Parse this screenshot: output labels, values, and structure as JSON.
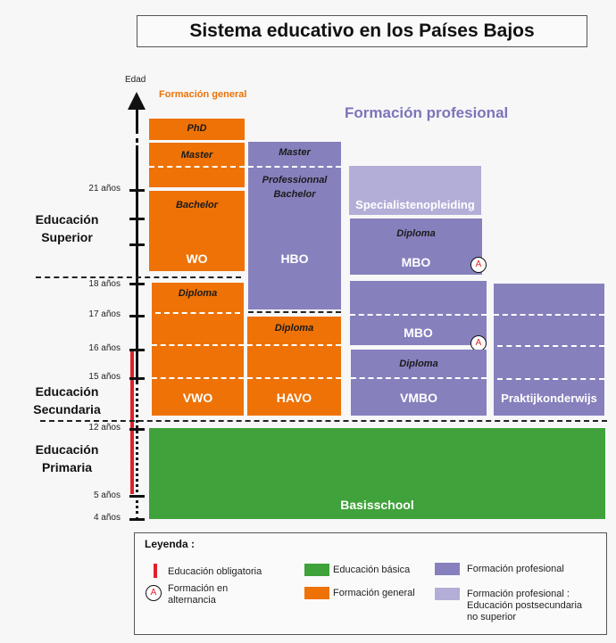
{
  "title": "Sistema educativo en los Países Bajos",
  "axis": {
    "label": "Edad",
    "ages": [
      "21 años",
      "18 años",
      "17 años",
      "16 años",
      "15 años",
      "12 años",
      "5 años",
      "4 años"
    ]
  },
  "levels": {
    "superior": [
      "Educación",
      "Superior"
    ],
    "secundaria": [
      "Educación",
      "Secundaria"
    ],
    "primaria": [
      "Educación",
      "Primaria"
    ]
  },
  "headers": {
    "general": "Formación general",
    "profesional": "Formación profesional"
  },
  "blocks": {
    "phd": "PhD",
    "wo_master": "Master",
    "wo_bachelor": "Bachelor",
    "wo": "WO",
    "hbo_master": "Master",
    "hbo_bachelor_1": "Professionnal",
    "hbo_bachelor_2": "Bachelor",
    "hbo": "HBO",
    "specialist": "Specialistenopleiding",
    "mbo_top_diploma": "Diploma",
    "mbo_top": "MBO",
    "vwo_diploma": "Diploma",
    "vwo": "VWO",
    "havo_diploma": "Diploma",
    "havo": "HAVO",
    "mbo": "MBO",
    "vmbo_diploma": "Diploma",
    "vmbo": "VMBO",
    "praktijk": "Praktijkonderwijs",
    "basisschool": "Basisschool",
    "badge": "A"
  },
  "colors": {
    "general": "#ee7205",
    "profesional": "#8680bd",
    "postsecundaria": "#b3aed7",
    "basica": "#3fa23a",
    "obligatoria": "#e0202a"
  },
  "legend": {
    "title": "Leyenda :",
    "obligatoria": "Educación obligatoria",
    "alternancia_1": "Formación  en",
    "alternancia_2": "alternancia",
    "basica": "Educación básica",
    "general": "Formación general",
    "profesional": "Formación profesional",
    "post_1": "Formación profesional :",
    "post_2": "Educación postsecundaria",
    "post_3": "no superior"
  }
}
